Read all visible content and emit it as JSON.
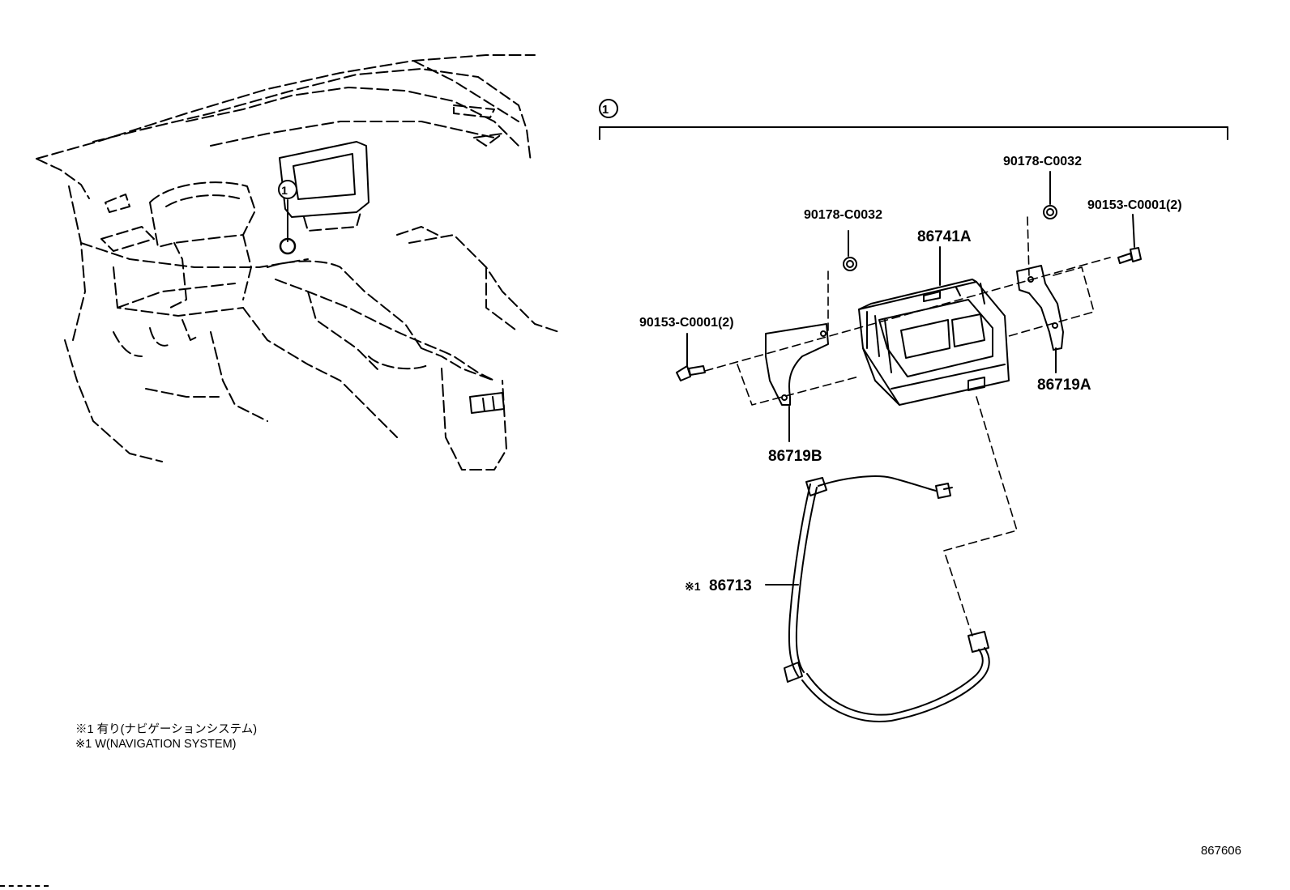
{
  "diagram": {
    "callout_ref": "1",
    "group_marker": "1",
    "parts": {
      "nut_left": "90178-C0032",
      "nut_right": "90178-C0032",
      "screw_right": "90153-C0001(2)",
      "screw_left": "90153-C0001(2)",
      "unit": "86741A",
      "bracket_right": "86719A",
      "bracket_left": "86719B",
      "harness_prefix": "※1",
      "harness": "86713"
    },
    "notes": [
      "※1 有り(ナビゲーションシステム)",
      "※1 W(NAVIGATION SYSTEM)"
    ],
    "diagram_id": "867606"
  }
}
